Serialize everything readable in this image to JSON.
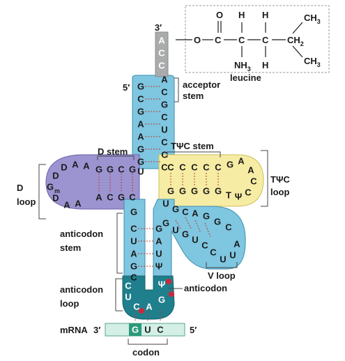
{
  "colors": {
    "stem_blue": "#7fc6e0",
    "stem_blue_edge": "#3d8fb0",
    "d_arm": "#9c94d0",
    "d_arm_edge": "#6a62a8",
    "t_arm": "#f6eca4",
    "t_arm_edge": "#cbbf5c",
    "anticodon_loop": "#1f7f8c",
    "acc_gray": "#a9abad",
    "pair_line": "#c0392b",
    "mrna_fill": "#d3efe6",
    "mrna_edge": "#5aa68e",
    "codon_box": "#2b9a7a"
  },
  "labels": {
    "three_prime_top": "3′",
    "five_prime_top": "5′",
    "acceptor_stem_1": "acceptor",
    "acceptor_stem_2": "stem",
    "leucine": "leucine",
    "d_stem": "D stem",
    "tpsic_stem": "TΨC stem",
    "d_loop_1": "D",
    "d_loop_2": "loop",
    "tpsic_loop_1": "TΨC",
    "tpsic_loop_2": "loop",
    "anticodon_stem_1": "anticodon",
    "anticodon_stem_2": "stem",
    "v_loop": "V loop",
    "anticodon_loop_1": "anticodon",
    "anticodon_loop_2": "loop",
    "anticodon": "anticodon",
    "mrna": "mRNA",
    "mrna_3": "3′",
    "mrna_5": "5′",
    "codon": "codon"
  },
  "chem": {
    "O_carbonyl": "O",
    "O_ester": "O",
    "C1": "C",
    "C2": "C",
    "C3": "C",
    "H1": "H",
    "H2": "H",
    "H3": "H",
    "NH3": "NH",
    "NH3_sub": "3",
    "CH3_top": "CH",
    "CH3_top_sub": "3",
    "CH2": "CH",
    "CH2_sub": "2",
    "CH3_bot": "CH",
    "CH3_bot_sub": "3"
  },
  "sequences": {
    "acc_3prime_tail": [
      "A",
      "C",
      "C"
    ],
    "acceptor_right": [
      "A",
      "C",
      "G",
      "C",
      "U",
      "C",
      "C",
      "C"
    ],
    "acceptor_left": [
      "G",
      "C",
      "G",
      "A",
      "A",
      "G",
      "G",
      "U"
    ],
    "d_stem_top": [
      "G",
      "G",
      "C",
      "G"
    ],
    "d_stem_bottom": [
      "A",
      "C",
      "G",
      "C"
    ],
    "d_loop": [
      "A",
      "A",
      "D",
      "D",
      "G",
      "D",
      "A",
      "A"
    ],
    "d_loop_sub": "m",
    "t_stem_top": [
      "C",
      "C",
      "C",
      "C",
      "C"
    ],
    "t_stem_bottom": [
      "G",
      "G",
      "G",
      "G",
      "G"
    ],
    "t_loop": [
      "G",
      "A",
      "A",
      "C",
      "C",
      "Ψ",
      "T"
    ],
    "anticodon_left": [
      "G",
      "C",
      "U",
      "A",
      "G",
      "C"
    ],
    "anticodon_right": [
      "G",
      "A",
      "U",
      "Ψ",
      "Ψ"
    ],
    "v_loop_top": [
      "U",
      "G",
      "C",
      "A",
      "G",
      "G",
      "C"
    ],
    "v_loop_bottom": [
      "G",
      "U",
      "G",
      "U",
      "C",
      "C",
      "U",
      "U",
      "A"
    ],
    "anticodon_loop_left": [
      "C",
      "U"
    ],
    "anticodon_triplet": [
      "C",
      "A",
      "G"
    ],
    "codon": [
      "G",
      "U",
      "C"
    ]
  }
}
